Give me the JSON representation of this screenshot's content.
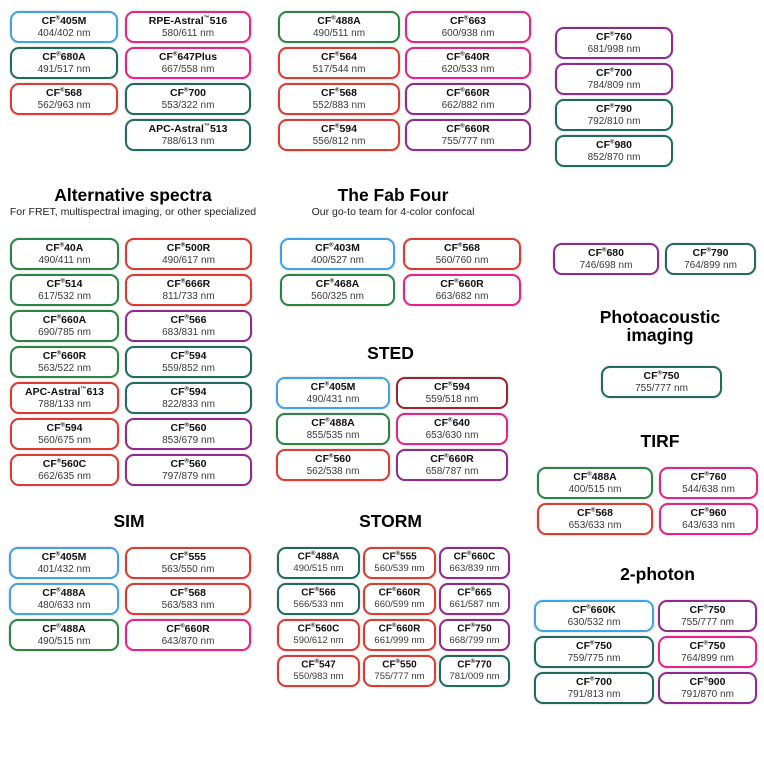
{
  "colors": {
    "blue": "#3fa3e8",
    "green": "#2a8543",
    "teal": "#206a60",
    "red": "#de3a32",
    "pink": "#e82289",
    "purple": "#8e2b8c",
    "darkred": "#9e2430"
  },
  "figure": {
    "sections": {
      "alternative": {
        "title": "Alternative spectra",
        "subtitle": "For FRET, multispectral imaging, or other specialized"
      },
      "fabfour": {
        "title": "The Fab Four",
        "subtitle": "Our go-to team for 4-color confocal"
      },
      "sted": {
        "title": "STED"
      },
      "sim": {
        "title": "SIM"
      },
      "storm": {
        "title": "STORM"
      },
      "photoacoustic": {
        "title": "Photoacoustic imaging"
      },
      "tirf": {
        "title": "TIRF"
      },
      "twophoton": {
        "title": "2-photon"
      }
    },
    "groups": {
      "topA": [
        {
          "name": "CF®405M",
          "value": "404/402 nm",
          "color": "blue"
        },
        {
          "name": "CF®680A",
          "value": "491/517 nm",
          "color": "teal"
        },
        {
          "name": "CF®568",
          "value": "562/963 nm",
          "color": "red"
        }
      ],
      "topB": [
        {
          "name": "RPE-Astral™516",
          "value": "580/611 nm",
          "color": "pink"
        },
        {
          "name": "CF®647Plus",
          "value": "667/558 nm",
          "color": "pink"
        },
        {
          "name": "CF®700",
          "value": "553/322 nm",
          "color": "teal"
        },
        {
          "name": "APC-Astral™513",
          "value": "788/613 nm",
          "color": "teal"
        }
      ],
      "topC": [
        {
          "name": "CF®488A",
          "value": "490/511 nm",
          "color": "green"
        },
        {
          "name": "CF®564",
          "value": "517/544 nm",
          "color": "red"
        },
        {
          "name": "CF®568",
          "value": "552/883 nm",
          "color": "red"
        },
        {
          "name": "CF®594",
          "value": "556/812 nm",
          "color": "red"
        }
      ],
      "topD": [
        {
          "name": "CF®663",
          "value": "600/938 nm",
          "color": "pink"
        },
        {
          "name": "CF®640R",
          "value": "620/533 nm",
          "color": "pink"
        },
        {
          "name": "CF®660R",
          "value": "662/882 nm",
          "color": "purple"
        },
        {
          "name": "CF®660R",
          "value": "755/777 nm",
          "color": "purple"
        }
      ],
      "topE": [
        {
          "name": "CF®760",
          "value": "681/998 nm",
          "color": "purple"
        },
        {
          "name": "CF®700",
          "value": "784/809 nm",
          "color": "purple"
        },
        {
          "name": "CF®790",
          "value": "792/810 nm",
          "color": "teal"
        },
        {
          "name": "CF®980",
          "value": "852/870 nm",
          "color": "teal"
        }
      ],
      "alt1": [
        {
          "name": "CF®40A",
          "value": "490/411 nm",
          "color": "green"
        },
        {
          "name": "CF®514",
          "value": "617/532 nm",
          "color": "green"
        },
        {
          "name": "CF®660A",
          "value": "690/785 nm",
          "color": "green"
        },
        {
          "name": "CF®660R",
          "value": "563/522 nm",
          "color": "green"
        },
        {
          "name": "APC-Astral™613",
          "value": "788/133 nm",
          "color": "red"
        },
        {
          "name": "CF®594",
          "value": "560/675 nm",
          "color": "red"
        },
        {
          "name": "CF®560C",
          "value": "662/635 nm",
          "color": "red"
        }
      ],
      "alt2": [
        {
          "name": "CF®500R",
          "value": "490/617 nm",
          "color": "red"
        },
        {
          "name": "CF®666R",
          "value": "811/733 nm",
          "color": "red"
        },
        {
          "name": "CF®566",
          "value": "683/831 nm",
          "color": "purple"
        },
        {
          "name": "CF®594",
          "value": "559/852 nm",
          "color": "teal"
        },
        {
          "name": "CF®594",
          "value": "822/833 nm",
          "color": "teal"
        },
        {
          "name": "CF®560",
          "value": "853/679 nm",
          "color": "purple"
        },
        {
          "name": "CF®560",
          "value": "797/879 nm",
          "color": "purple"
        }
      ],
      "fab1": [
        {
          "name": "CF®403M",
          "value": "400/527 nm",
          "color": "blue"
        },
        {
          "name": "CF®468A",
          "value": "560/325 nm",
          "color": "green"
        }
      ],
      "fab2": [
        {
          "name": "CF®568",
          "value": "560/760 nm",
          "color": "red"
        },
        {
          "name": "CF®660R",
          "value": "663/682 nm",
          "color": "pink"
        }
      ],
      "sted1": [
        {
          "name": "CF®405M",
          "value": "490/431 nm",
          "color": "blue"
        },
        {
          "name": "CF®488A",
          "value": "855/535 nm",
          "color": "green"
        },
        {
          "name": "CF®560",
          "value": "562/538 nm",
          "color": "red"
        }
      ],
      "sted2": [
        {
          "name": "CF®594",
          "value": "559/518 nm",
          "color": "darkred"
        },
        {
          "name": "CF®640",
          "value": "653/630 nm",
          "color": "pink"
        },
        {
          "name": "CF®660R",
          "value": "658/787 nm",
          "color": "purple"
        }
      ],
      "nir1": [
        {
          "name": "CF®680",
          "value": "746/698 nm",
          "color": "purple"
        }
      ],
      "nir2": [
        {
          "name": "CF®790",
          "value": "764/899 nm",
          "color": "teal"
        }
      ],
      "pa": [
        {
          "name": "CF®750",
          "value": "755/777 nm",
          "color": "teal"
        }
      ],
      "tirf1": [
        {
          "name": "CF®488A",
          "value": "400/515 nm",
          "color": "green"
        },
        {
          "name": "CF®568",
          "value": "653/633 nm",
          "color": "red"
        }
      ],
      "tirf2": [
        {
          "name": "CF®760",
          "value": "544/638 nm",
          "color": "pink"
        },
        {
          "name": "CF®960",
          "value": "643/633 nm",
          "color": "pink"
        }
      ],
      "sim1": [
        {
          "name": "CF®405M",
          "value": "401/432 nm",
          "color": "blue"
        },
        {
          "name": "CF®488A",
          "value": "480/633 nm",
          "color": "blue"
        },
        {
          "name": "CF®488A",
          "value": "490/515 nm",
          "color": "green"
        }
      ],
      "sim2": [
        {
          "name": "CF®555",
          "value": "563/550 nm",
          "color": "red"
        },
        {
          "name": "CF®568",
          "value": "563/583 nm",
          "color": "red"
        },
        {
          "name": "CF®660R",
          "value": "643/870 nm",
          "color": "pink"
        }
      ],
      "storm1": [
        {
          "name": "CF®488A",
          "value": "490/515 nm",
          "color": "teal"
        },
        {
          "name": "CF®566",
          "value": "566/533 nm",
          "color": "teal"
        },
        {
          "name": "CF®560C",
          "value": "590/612 nm",
          "color": "red"
        },
        {
          "name": "CF®547",
          "value": "550/983 nm",
          "color": "red"
        }
      ],
      "storm2": [
        {
          "name": "CF®555",
          "value": "560/539 nm",
          "color": "red"
        },
        {
          "name": "CF®660R",
          "value": "660/599 nm",
          "color": "red"
        },
        {
          "name": "CF®660R",
          "value": "661/999 nm",
          "color": "red"
        },
        {
          "name": "CF®550",
          "value": "755/777 nm",
          "color": "red"
        }
      ],
      "storm3": [
        {
          "name": "CF®660C",
          "value": "663/839 nm",
          "color": "purple"
        },
        {
          "name": "CF®665",
          "value": "661/587 nm",
          "color": "purple"
        },
        {
          "name": "CF®750",
          "value": "668/799 nm",
          "color": "purple"
        },
        {
          "name": "CF®770",
          "value": "781/009 nm",
          "color": "teal"
        }
      ],
      "twop1": [
        {
          "name": "CF®660K",
          "value": "630/532 nm",
          "color": "blue"
        },
        {
          "name": "CF®750",
          "value": "759/775 nm",
          "color": "teal"
        },
        {
          "name": "CF®700",
          "value": "791/813 nm",
          "color": "teal"
        }
      ],
      "twop2": [
        {
          "name": "CF®750",
          "value": "755/777 nm",
          "color": "purple"
        },
        {
          "name": "CF®750",
          "value": "764/899 nm",
          "color": "pink"
        },
        {
          "name": "CF®900",
          "value": "791/870 nm",
          "color": "purple"
        }
      ]
    }
  }
}
